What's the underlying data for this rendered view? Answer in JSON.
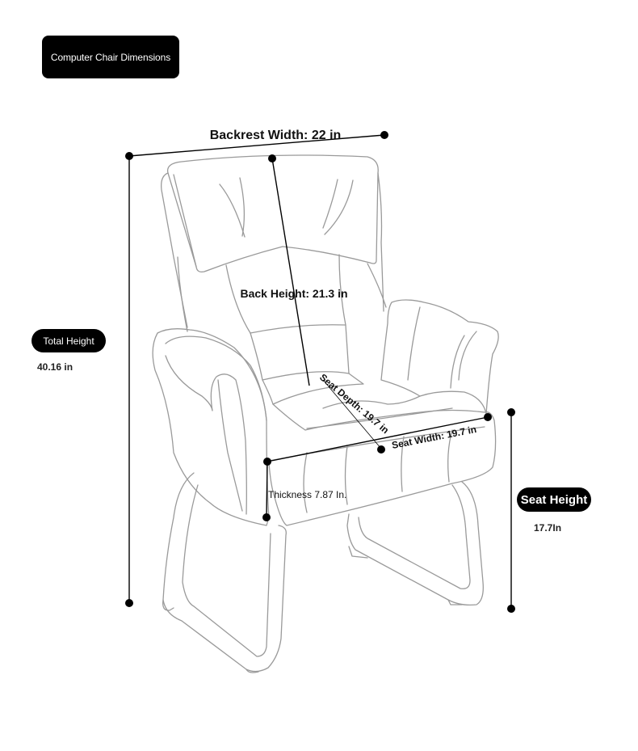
{
  "title": "Computer Chair Dimensions",
  "dimensions": {
    "backrest_width": "Backrest Width: 22 in",
    "back_height": "Back Height: 21.3 in",
    "seat_depth": "Seat Depth: 19.7 in",
    "seat_width": "Seat Width: 19.7 in",
    "thickness": "Thickness 7.87 In.",
    "total_height_label": "Total Height",
    "total_height_value": "40.16 in",
    "seat_height_label": "Seat Height",
    "seat_height_value": "17.7In"
  },
  "colors": {
    "outline": "#9a9a9a",
    "marker": "#000000",
    "badge": "#000000"
  }
}
